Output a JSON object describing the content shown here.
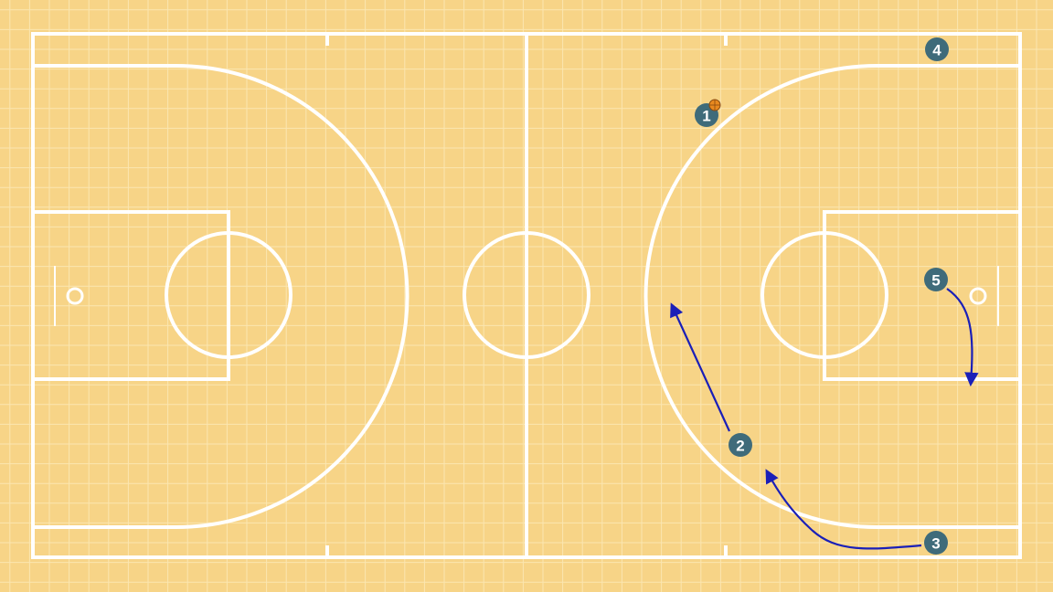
{
  "court": {
    "floor_color": "#f7d487",
    "grid_color": "#fbe6b0",
    "line_color": "#ffffff"
  },
  "players": [
    {
      "id": "1",
      "label": "1",
      "has_ball": true
    },
    {
      "id": "2",
      "label": "2",
      "has_ball": false
    },
    {
      "id": "3",
      "label": "3",
      "has_ball": false
    },
    {
      "id": "4",
      "label": "4",
      "has_ball": false
    },
    {
      "id": "5",
      "label": "5",
      "has_ball": false
    }
  ],
  "player_color": "#3f6b7a",
  "movement_color": "#1a1fb8",
  "ball_color": "#e8891f",
  "movements": [
    {
      "player": "2",
      "type": "cut"
    },
    {
      "player": "3",
      "type": "cut"
    },
    {
      "player": "5",
      "type": "cut"
    }
  ]
}
